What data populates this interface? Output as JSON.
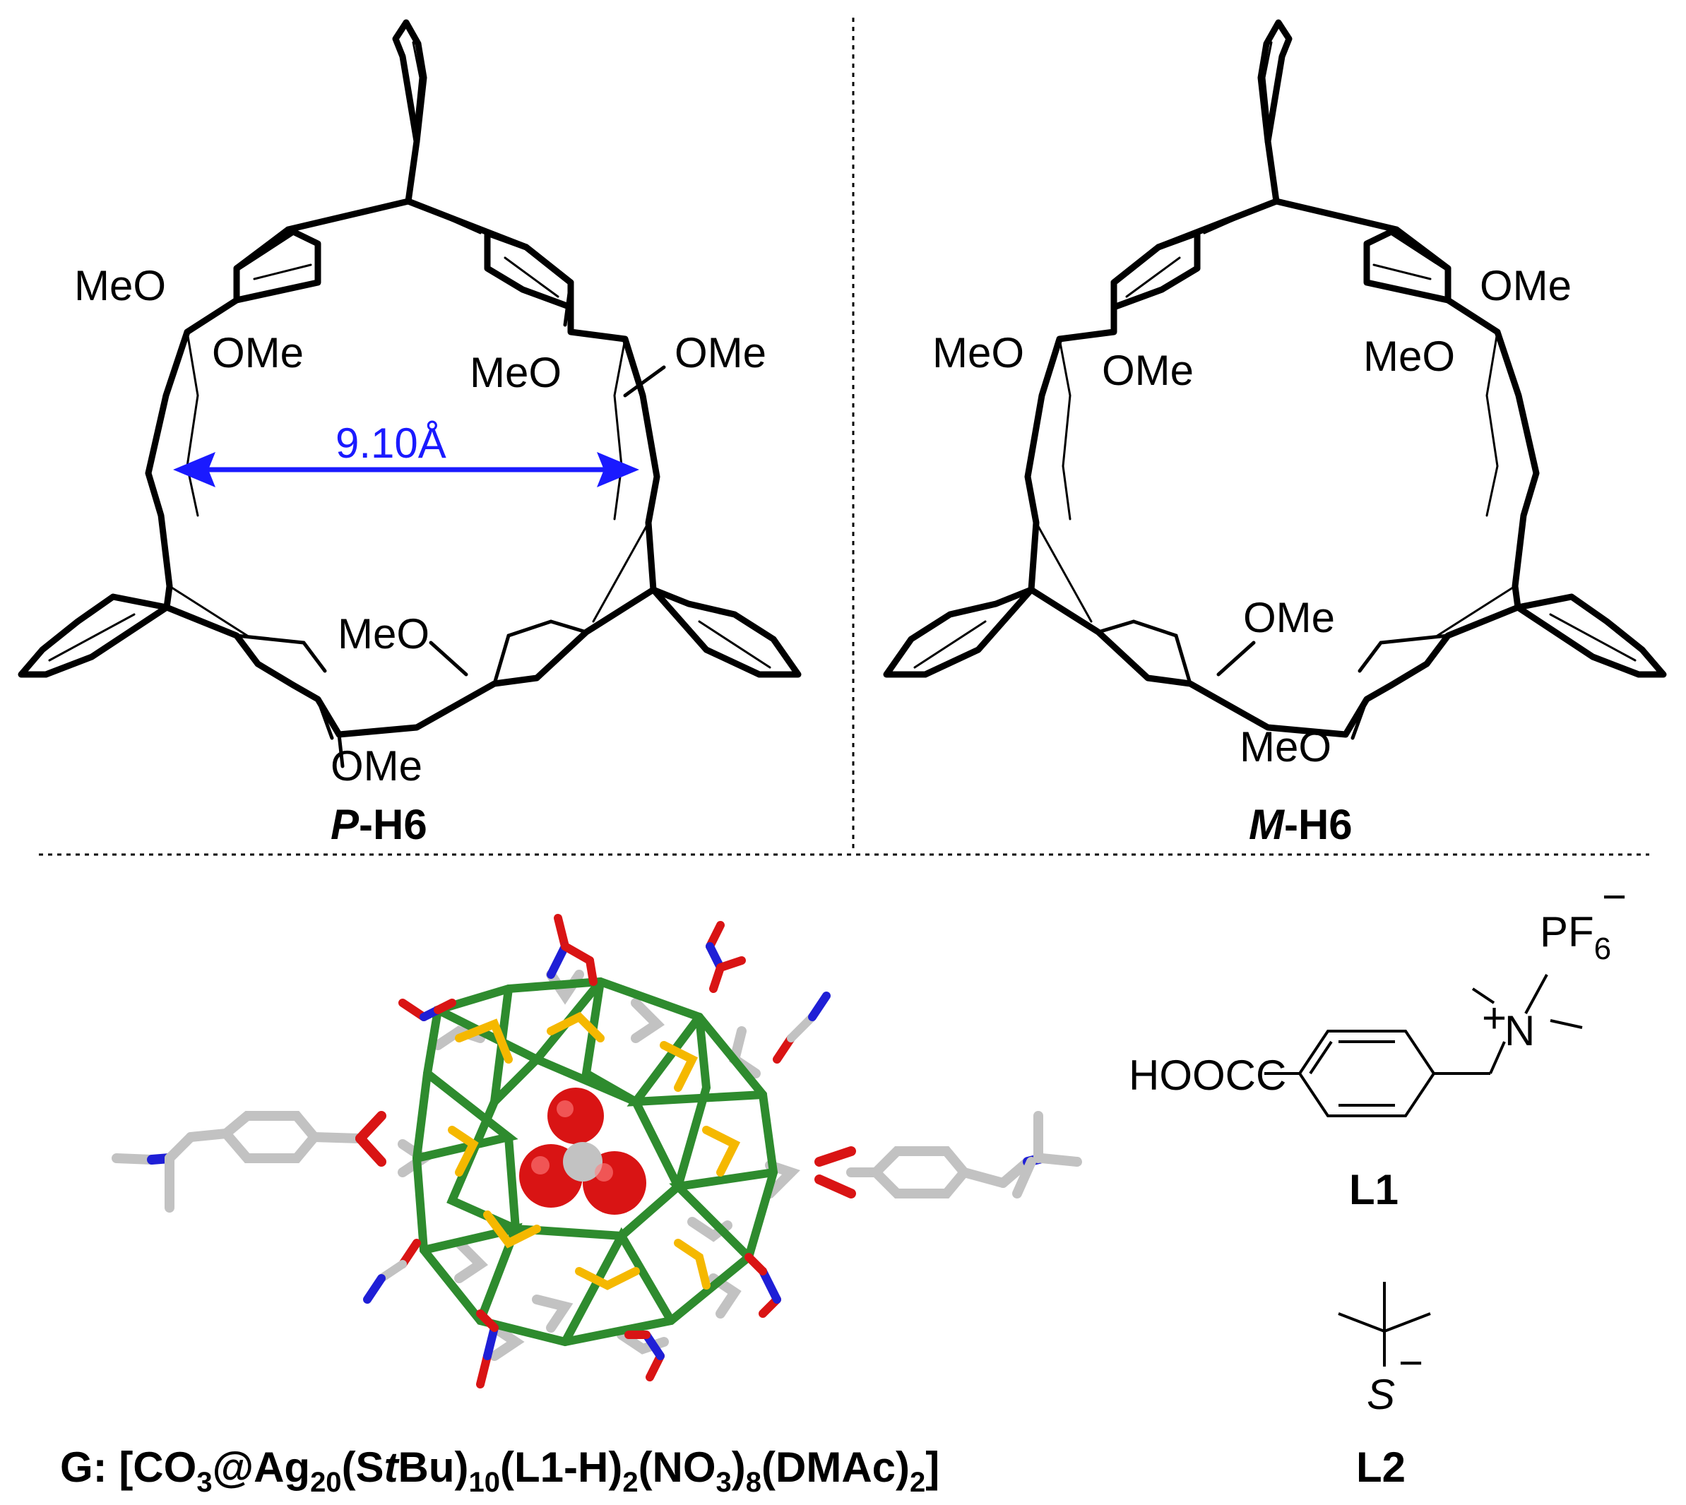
{
  "colors": {
    "measure": "#1a1aff",
    "silver": "#2e8b2e",
    "sulfur": "#f5b800",
    "oxygen": "#d91414",
    "nitrogen": "#1f1fd6",
    "carbon": "#c2c2c2"
  },
  "top_left": {
    "substituents": [
      "MeO",
      "OMe",
      "MeO",
      "OMe",
      "MeO",
      "OMe"
    ],
    "measurement": "9.10Å",
    "caption_italic": "P",
    "caption_bold": "H6"
  },
  "top_right": {
    "substituents": [
      "OMe",
      "MeO",
      "OMe",
      "MeO",
      "OMe",
      "MeO"
    ],
    "caption_italic": "M",
    "caption_bold": "H6"
  },
  "ligand_l1": {
    "acid_group": "HOOC",
    "counter_anion": "PF",
    "counter_subscript": "6",
    "counter_charge": "−",
    "cation_charge": "+",
    "nitrogen": "N",
    "caption": "L1"
  },
  "ligand_l2": {
    "atom": "S",
    "charge": "−",
    "caption": "L2"
  },
  "cluster_formula": {
    "prefix": "G: [CO",
    "p1": "3",
    "t2": "@Ag",
    "p2": "20",
    "t3": "(S",
    "t3_italic": "t",
    "t3b": "Bu)",
    "p3": "10",
    "t4": "(L1-H)",
    "p4": "2",
    "t5": "(NO",
    "p5": "3",
    "t6": ")",
    "p6": "8",
    "t7": "(DMAc)",
    "p7": "2",
    "t8": "]"
  }
}
